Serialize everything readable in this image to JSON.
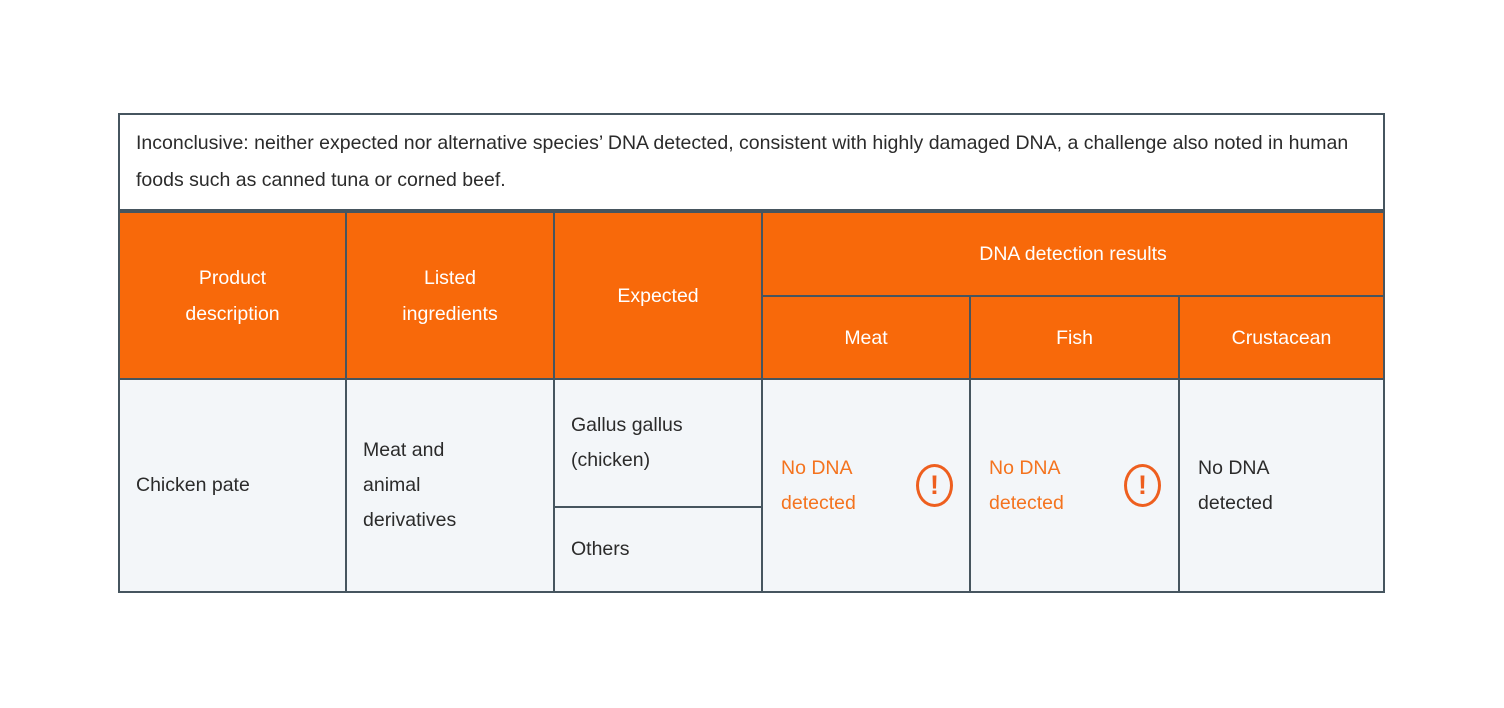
{
  "note": {
    "text": "Inconclusive: neither expected nor alternative species’ DNA detected, consistent with highly damaged DNA, a challenge also noted in human foods such as canned tuna or corned beef."
  },
  "table": {
    "header": {
      "product_description": "Product description",
      "listed_ingredients": "Listed ingredients",
      "expected": "Expected",
      "dna_detection_results": "DNA detection results",
      "sub_columns": [
        "Meat",
        "Fish",
        "Crustacean"
      ]
    },
    "row": {
      "product_description": "Chicken pate",
      "listed_ingredients": "Meat and animal derivatives",
      "expected_species": "Gallus gallus (chicken)",
      "expected_other": "Others",
      "results": [
        {
          "column": "Meat",
          "text": "No DNA detected",
          "status": "inconclusive",
          "has_warning_icon": true
        },
        {
          "column": "Fish",
          "text": "No DNA detected",
          "status": "inconclusive",
          "has_warning_icon": true
        },
        {
          "column": "Crustacean",
          "text": "No DNA detected",
          "status": "negative",
          "has_warning_icon": false
        }
      ]
    }
  },
  "icons": {
    "warning_glyph": "!"
  },
  "colors": {
    "header_orange": "#f8690a",
    "accent_orange": "#f4731e",
    "icon_orange": "#ee5f1f",
    "border_slate": "#46555f",
    "cell_bg": "#f3f6f9",
    "text_dark": "#2b2b2b",
    "header_text": "#ffffff"
  }
}
